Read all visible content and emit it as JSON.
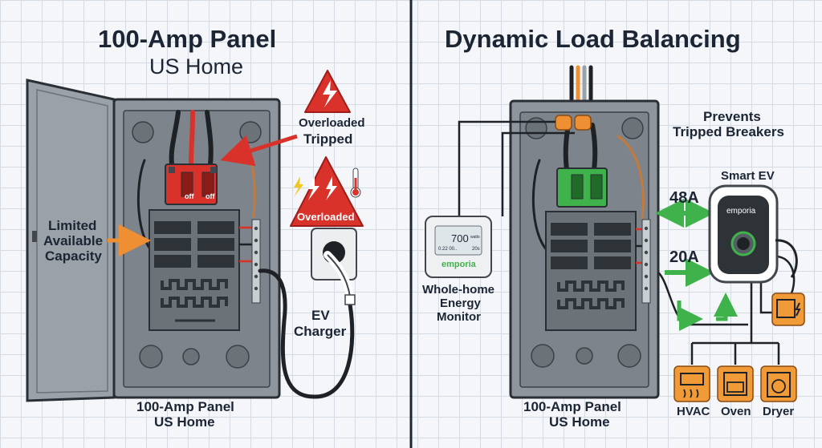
{
  "left": {
    "title": "100-Amp Panel",
    "subtitle": "US Home",
    "overloaded_tripped_line1": "Overloaded",
    "overloaded_tripped_line2": "Tripped",
    "overloaded_badge": "Overloaded",
    "limited_line1": "Limited",
    "limited_line2": "Available",
    "limited_line3": "Capacity",
    "ev_charger_line1": "EV",
    "ev_charger_line2": "Charger",
    "breaker_off_1": "off",
    "breaker_off_2": "off",
    "panel_label_line1": "100-Amp Panel",
    "panel_label_line2": "US Home"
  },
  "right": {
    "title": "Dynamic Load Balancing",
    "prevents_line1": "Prevents",
    "prevents_line2": "Tripped Breakers",
    "smart_ev": "Smart EV",
    "amps_high": "48A",
    "amps_low": "20A",
    "charger_brand": "emporia",
    "monitor_reading": "700",
    "monitor_unit": "watts",
    "monitor_small_left": "0.22 00..",
    "monitor_small_right": "20s",
    "monitor_brand": "emporia",
    "monitor_line1": "Whole-home",
    "monitor_line2": "Energy",
    "monitor_line3": "Monitor",
    "panel_label_line1": "100-Amp Panel",
    "panel_label_line2": "US Home",
    "appliances": [
      "HVAC",
      "Oven",
      "Dryer"
    ]
  },
  "colors": {
    "panel_gray": "#8e959c",
    "panel_dark": "#41474d",
    "tripped_red": "#d8322b",
    "balanced_green": "#3fb24b",
    "arrow_orange": "#ef8f33",
    "appliance_orange": "#f09a38",
    "text_navy": "#1c2534"
  }
}
